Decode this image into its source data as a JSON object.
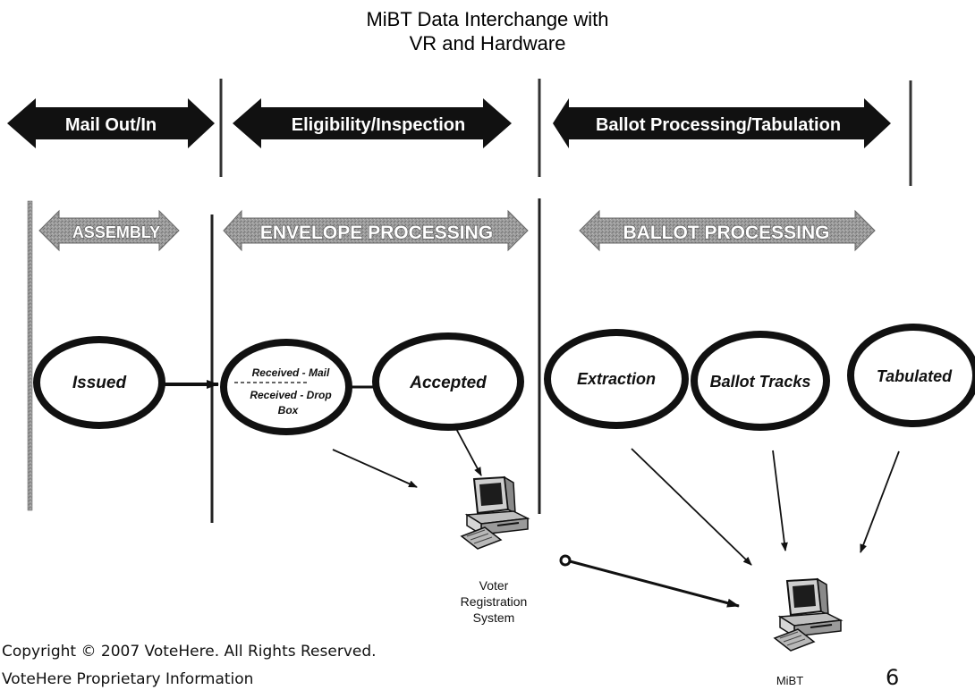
{
  "title": {
    "line1": "MiBT Data Interchange with",
    "line2": "VR and Hardware"
  },
  "phases": [
    {
      "label": "Mail Out/In"
    },
    {
      "label": "Eligibility/Inspection"
    },
    {
      "label": "Ballot Processing/Tabulation"
    }
  ],
  "subphases": [
    {
      "label": "ASSEMBLY"
    },
    {
      "label": "ENVELOPE PROCESSING"
    },
    {
      "label": "BALLOT PROCESSING"
    }
  ],
  "states": {
    "issued": "Issued",
    "received_mail": "Received - Mail",
    "received_drop_line1": "Received - Drop",
    "received_drop_line2": "Box",
    "accepted": "Accepted",
    "extraction": "Extraction",
    "ballot_tracks": "Ballot Tracks",
    "tabulated": "Tabulated"
  },
  "systems": {
    "voter_registration_line1": "Voter",
    "voter_registration_line2": "Registration",
    "voter_registration_line3": "System",
    "mibt": "MiBT"
  },
  "footer": {
    "copyright": "Copyright © 2007 VoteHere. All Rights Reserved.",
    "proprietary": "VoteHere Proprietary Information",
    "page_number": "6"
  },
  "icons": [
    "double-arrow-icon",
    "computer-icon"
  ]
}
